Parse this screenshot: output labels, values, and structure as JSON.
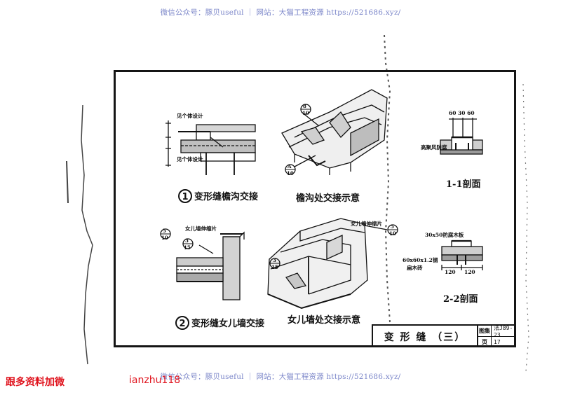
{
  "watermark": {
    "top": "微信公众号：豚贝useful ｜ 网站：大猫工程资源 https://521686.xyz/",
    "bottom": "微信公众号：豚贝useful ｜ 网站：大猫工程资源 https://521686.xyz/"
  },
  "drawings": {
    "d1": {
      "num": "1",
      "caption": "变形缝檐沟交接",
      "note_top": "见个体设计",
      "note_bottom": "见个体设计"
    },
    "d2": {
      "caption": "檐沟处交接示意",
      "ref_top_num": "8",
      "ref_top_den": "10",
      "ref_bottom_num": "A",
      "ref_bottom_den": "10"
    },
    "d3": {
      "caption": "1-1剖面",
      "dims": "60 30 60",
      "label": "高聚风防腐"
    },
    "d4": {
      "num": "2",
      "caption": "变形缝女儿墙交接",
      "note": "女儿墙伸缩片",
      "ref_a_num": "5",
      "ref_a_den": "10",
      "ref_b_num": "3",
      "ref_b_den": "15"
    },
    "d5": {
      "caption": "女儿墙处交接示意",
      "note": "女儿墙伸缩片",
      "ref_a_num": "5",
      "ref_a_den": "10",
      "ref_b_num": "3",
      "ref_b_den": "15"
    },
    "d6": {
      "caption": "2-2剖面",
      "label_top": "30x50防腐木板",
      "label_left_1": "60x60x1.2钢",
      "label_left_2": "扁木砖",
      "dim_left": "120",
      "dim_right": "120"
    }
  },
  "title_block": {
    "title": "变 形 缝 （三）",
    "row1_key": "图集",
    "row1_value": "法J89-23",
    "row2_key": "页",
    "row2_value": "17"
  },
  "footer": {
    "left": "跟多资料加微",
    "right": "ianzhu118"
  },
  "colors": {
    "watermark": "#7b86c9",
    "footer": "#e0141e",
    "ink": "#111111"
  }
}
